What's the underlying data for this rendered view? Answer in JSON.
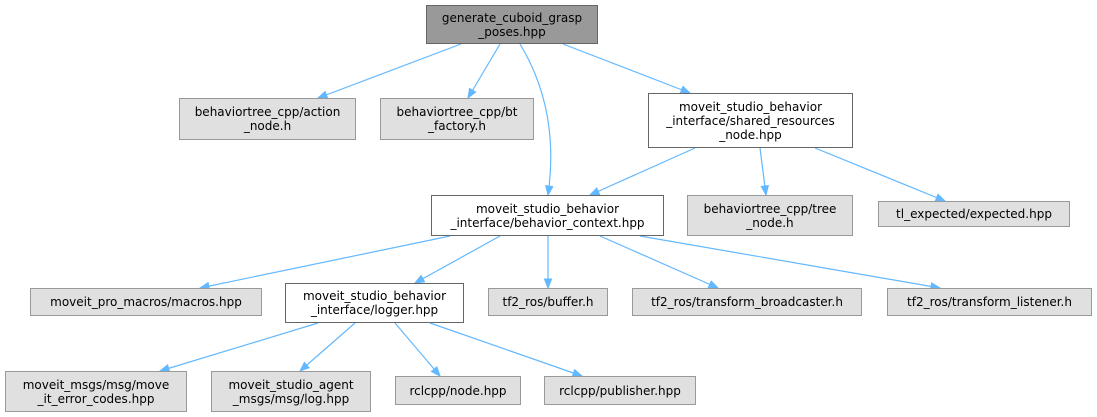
{
  "nodes": [
    {
      "id": "root",
      "label": "generate_cuboid_grasp\n_poses.hpp",
      "kind": "root"
    },
    {
      "id": "bt_action",
      "label": "behaviortree_cpp/action\n_node.h",
      "kind": "external"
    },
    {
      "id": "bt_factory",
      "label": "behaviortree_cpp/bt\n_factory.h",
      "kind": "external"
    },
    {
      "id": "shared_res",
      "label": "moveit_studio_behavior\n_interface/shared_resources\n_node.hpp",
      "kind": "local"
    },
    {
      "id": "behavior_ctx",
      "label": "moveit_studio_behavior\n_interface/behavior_context.hpp",
      "kind": "local"
    },
    {
      "id": "bt_tree",
      "label": "behaviortree_cpp/tree\n_node.h",
      "kind": "external"
    },
    {
      "id": "tl_expected",
      "label": "tl_expected/expected.hpp",
      "kind": "external"
    },
    {
      "id": "macros",
      "label": "moveit_pro_macros/macros.hpp",
      "kind": "external"
    },
    {
      "id": "logger",
      "label": "moveit_studio_behavior\n_interface/logger.hpp",
      "kind": "local"
    },
    {
      "id": "tf2_buffer",
      "label": "tf2_ros/buffer.h",
      "kind": "external"
    },
    {
      "id": "tf2_broadcaster",
      "label": "tf2_ros/transform_broadcaster.h",
      "kind": "external"
    },
    {
      "id": "tf2_listener",
      "label": "tf2_ros/transform_listener.h",
      "kind": "external"
    },
    {
      "id": "error_codes",
      "label": "moveit_msgs/msg/move\n_it_error_codes.hpp",
      "kind": "external"
    },
    {
      "id": "agent_log",
      "label": "moveit_studio_agent\n_msgs/msg/log.hpp",
      "kind": "external"
    },
    {
      "id": "rclcpp_node",
      "label": "rclcpp/node.hpp",
      "kind": "external"
    },
    {
      "id": "rclcpp_pub",
      "label": "rclcpp/publisher.hpp",
      "kind": "external"
    }
  ],
  "edges": [
    {
      "from": "root",
      "to": "bt_action"
    },
    {
      "from": "root",
      "to": "bt_factory"
    },
    {
      "from": "root",
      "to": "behavior_ctx"
    },
    {
      "from": "root",
      "to": "shared_res"
    },
    {
      "from": "shared_res",
      "to": "behavior_ctx"
    },
    {
      "from": "shared_res",
      "to": "bt_tree"
    },
    {
      "from": "shared_res",
      "to": "tl_expected"
    },
    {
      "from": "behavior_ctx",
      "to": "macros"
    },
    {
      "from": "behavior_ctx",
      "to": "logger"
    },
    {
      "from": "behavior_ctx",
      "to": "tf2_buffer"
    },
    {
      "from": "behavior_ctx",
      "to": "tf2_broadcaster"
    },
    {
      "from": "behavior_ctx",
      "to": "tf2_listener"
    },
    {
      "from": "logger",
      "to": "error_codes"
    },
    {
      "from": "logger",
      "to": "agent_log"
    },
    {
      "from": "logger",
      "to": "rclcpp_node"
    },
    {
      "from": "logger",
      "to": "rclcpp_pub"
    }
  ],
  "colors": {
    "root_fill": "#999999",
    "local_fill": "#ffffff",
    "external_fill": "#e0e0e0",
    "edge": "#63b8ff"
  }
}
